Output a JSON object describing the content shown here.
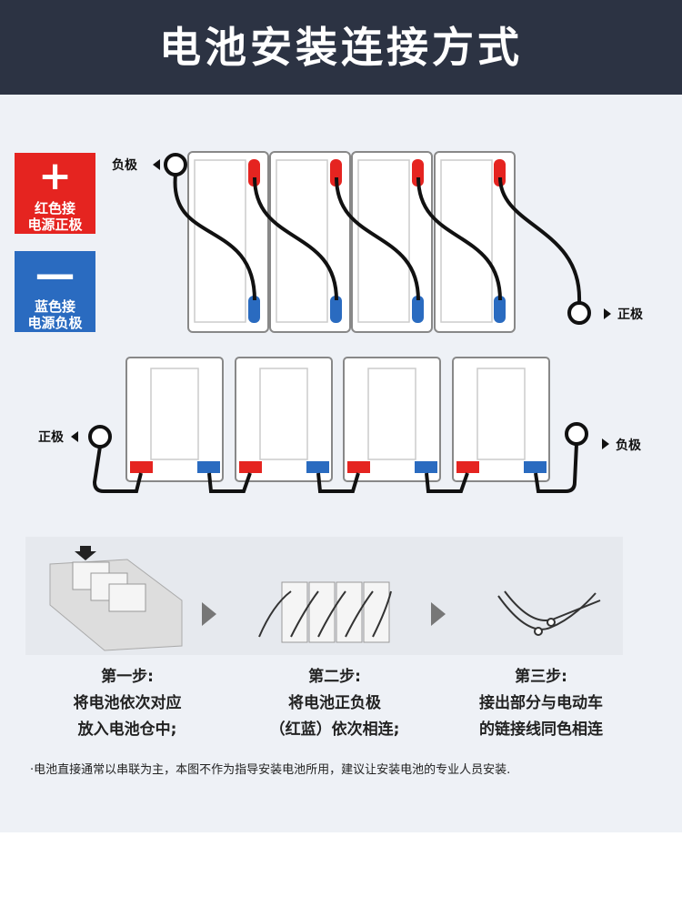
{
  "title": "电池安装连接方式",
  "legend": {
    "red_symbol": "+",
    "red_line1": "红色接",
    "red_line2": "电源正极",
    "blue_symbol": "—",
    "blue_line1": "蓝色接",
    "blue_line2": "电源负极",
    "red_color": "#e52420",
    "blue_color": "#2a6bc0"
  },
  "top_row": {
    "left_label": "负极",
    "right_label": "正极"
  },
  "bottom_row": {
    "left_label": "正极",
    "right_label": "负极"
  },
  "steps": [
    {
      "title": "第一步:",
      "line1": "将电池依次对应",
      "line2": "放入电池仓中;"
    },
    {
      "title": "第二步:",
      "line1": "将电池正负极",
      "line2": "（红蓝）依次相连;"
    },
    {
      "title": "第三步:",
      "line1": "接出部分与电动车",
      "line2": "的链接线同色相连"
    }
  ],
  "note": "·电池直接通常以串联为主，本图不作为指导安装电池所用，建议让安装电池的专业人员安装."
}
